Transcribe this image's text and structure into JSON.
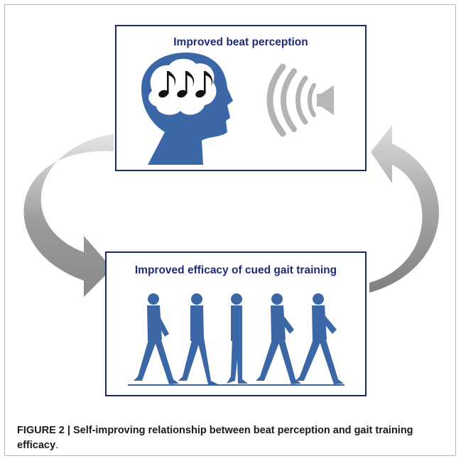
{
  "diagram": {
    "top_box": {
      "title": "Improved beat perception"
    },
    "bottom_box": {
      "title": "Improved efficacy of cued gait training"
    }
  },
  "caption": {
    "label": "FIGURE 2 | Self-improving relationship between beat perception and gait training efficacy",
    "end": "."
  },
  "colors": {
    "box_border": "#1b2a6b",
    "title_text": "#1d2b78",
    "figure_blue": "#3b67a6",
    "arrow_gray": "#8f8f8f"
  },
  "icons": [
    "head-silhouette-icon",
    "music-notes-icon",
    "speaker-icon",
    "sound-waves-icon",
    "walking-figure-icon",
    "cycle-arrow-icon"
  ]
}
